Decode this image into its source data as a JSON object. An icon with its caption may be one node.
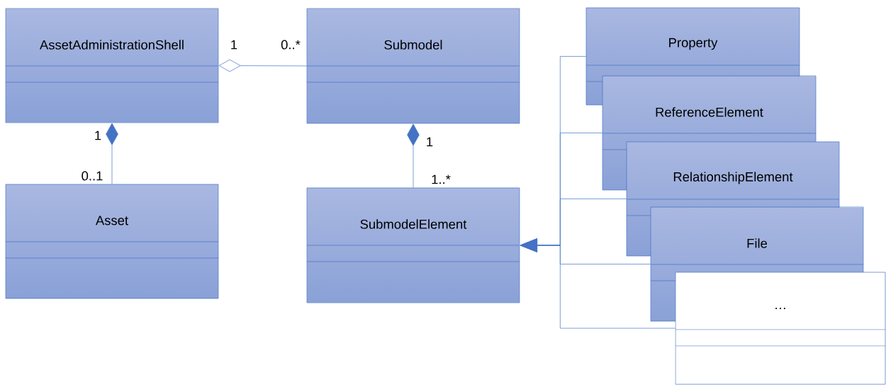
{
  "diagram": {
    "nodes": [
      {
        "text": [
          "AssetAdministrationShell"
        ]
      },
      {
        "text": [
          "Submodel"
        ]
      },
      {
        "text": [
          "Asset"
        ]
      },
      {
        "text": [
          "SubmodelElement"
        ]
      },
      {
        "text": [
          "Property"
        ]
      },
      {
        "text": [
          "ReferenceElement"
        ]
      },
      {
        "text": [
          "RelationshipElement"
        ]
      },
      {
        "text": [
          "File"
        ]
      },
      {
        "text": [
          "…"
        ]
      }
    ],
    "edges": [
      {
        "from": 0,
        "to": 1,
        "arrow": "other"
      },
      {
        "from": 0,
        "to": 2,
        "arrow": "other"
      },
      {
        "from": 1,
        "to": 3,
        "arrow": "other"
      },
      {
        "from": 4,
        "to": 3,
        "arrow": "to"
      },
      {
        "from": 5,
        "to": 3,
        "arrow": "to"
      },
      {
        "from": 6,
        "to": 3,
        "arrow": "to"
      },
      {
        "from": 7,
        "to": 3,
        "arrow": "to"
      },
      {
        "from": 8,
        "to": 3,
        "arrow": "to"
      }
    ],
    "labels": [
      "1",
      "0..*",
      "1",
      "1",
      "0..1",
      "1..*"
    ]
  }
}
